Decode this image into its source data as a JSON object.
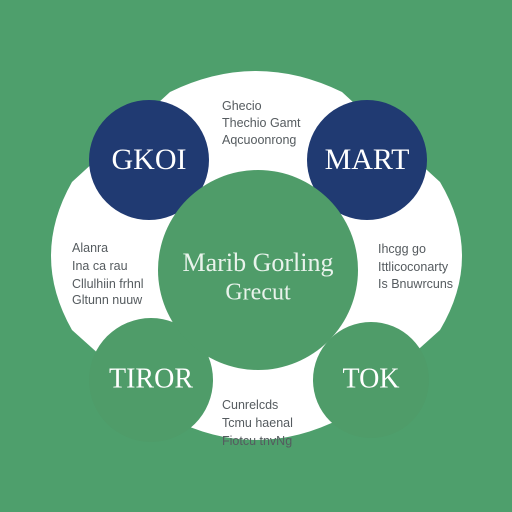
{
  "colors": {
    "background": "#4e9f6c",
    "panel": "#ffffff",
    "navy": "#203a72",
    "green": "#4f9c69",
    "center_text": "#e9f3ec",
    "navy_text": "#ffffff",
    "green_text": "#ffffff",
    "note_text": "#555b5f"
  },
  "center": {
    "line1": "Marib Gorling",
    "line2": "Grecut"
  },
  "nodes": {
    "top_left": {
      "label": "GKOI"
    },
    "top_right": {
      "label": "MART"
    },
    "bottom_left": {
      "label": "TIROR"
    },
    "bottom_right": {
      "label": "TOK"
    }
  },
  "notes": {
    "top": [
      "Ghecio",
      "Thechio Gamt",
      "Aqcuoonrong"
    ],
    "left": [
      "Alanra",
      "Ina ca rau",
      "Cllulhiin frhnl",
      "Gltunn nuuw"
    ],
    "right": [
      "Ihcgg go",
      "Ittlicoconarty",
      "Is Bnuwrcuns"
    ],
    "bottom": [
      "Cunrelcds",
      "Tcmu haenal",
      "Fiotcu tnvNg"
    ]
  }
}
